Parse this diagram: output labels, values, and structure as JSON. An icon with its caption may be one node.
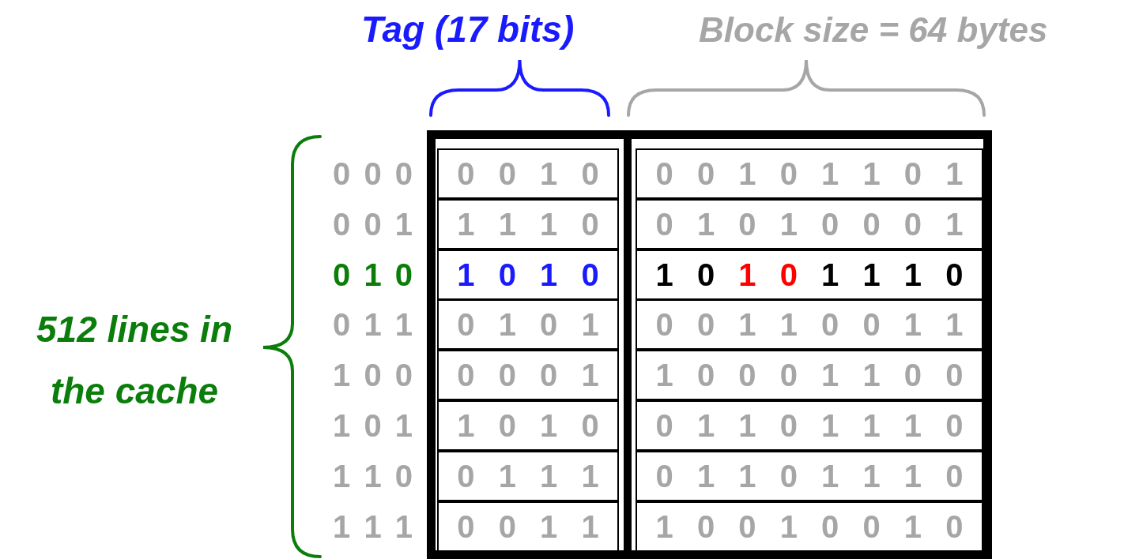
{
  "diagram": {
    "labels": [
      "Tag (17 bits)",
      "Block size = 64 bytes",
      "512 lines in the cache",
      "0 0 0",
      "0 0 1 0",
      "0 0 1 0 1 1 0 1",
      "0 0 1",
      "1 1 1 0",
      "0 1 0 1 0 0 0 1",
      "0 1 0",
      "1 0 1 0",
      "1 0 1 0 1 1 1 0",
      "0 1 1",
      "0 1 0 1",
      "0 0 1 1 0 0 1 1",
      "1 0 0",
      "0 0 0 1",
      "1 0 0 0 1 1 0 0",
      "1 0 1",
      "1 0 1 0",
      "0 1 1 0 1 1 1 0",
      "1 1 0",
      "0 1 1 1",
      "0 1 1 0 1 1 1 0",
      "1 1 1",
      "0 0 1 1",
      "1 0 0 1 0 0 1 0"
    ]
  }
}
